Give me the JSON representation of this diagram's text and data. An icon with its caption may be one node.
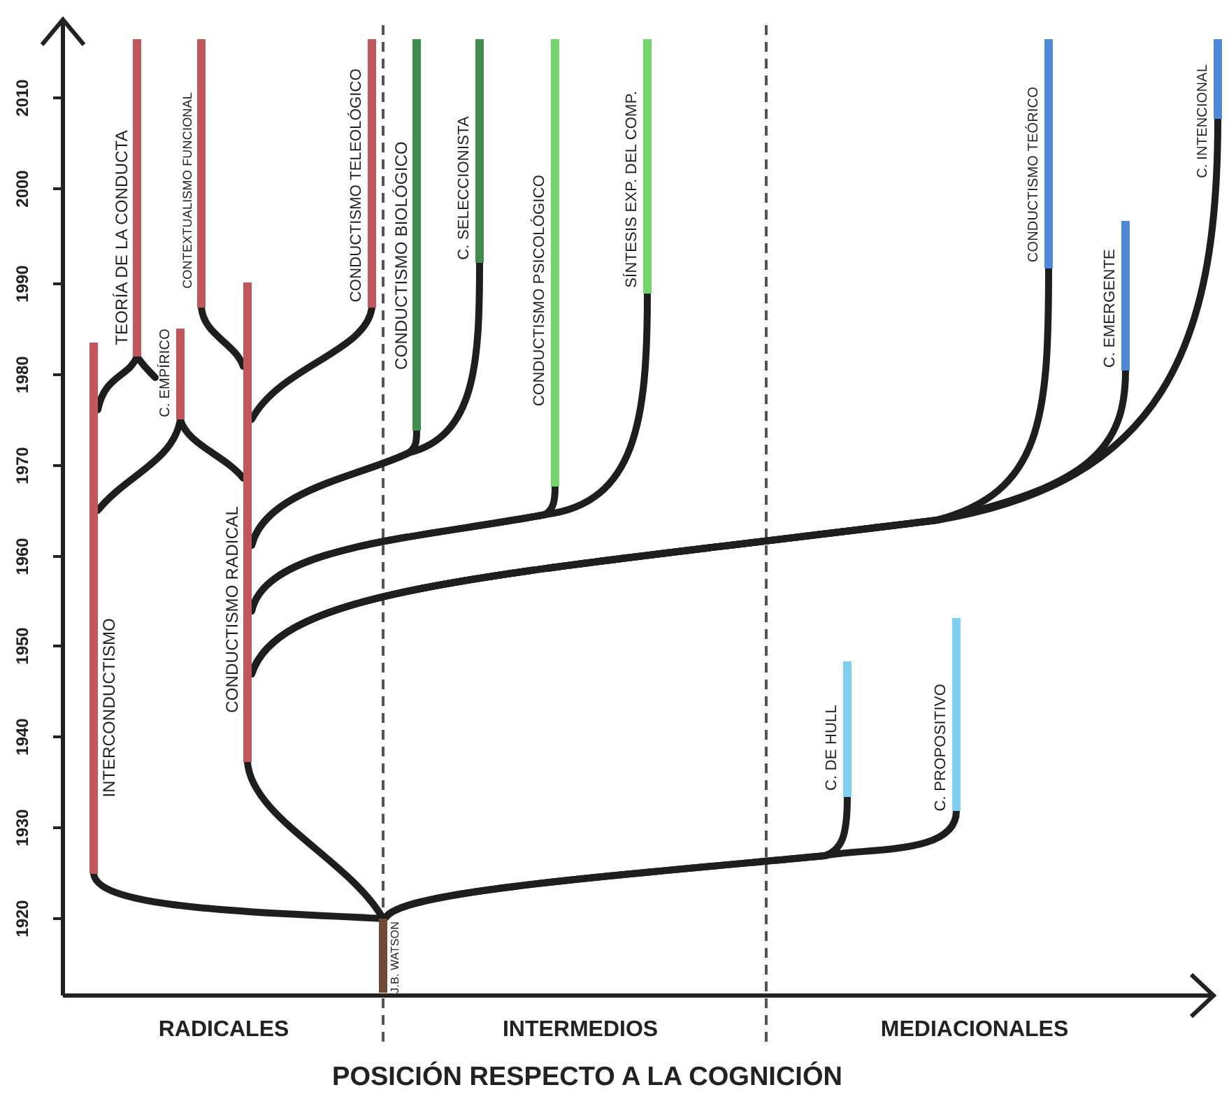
{
  "diagram": {
    "nodes": [
      {
        "text": [
          "J.B. WATSON"
        ]
      },
      {
        "text": [
          "INTERCONDUCTISMO"
        ]
      },
      {
        "text": [
          "TEORÍA DE LA CONDUCTA"
        ]
      },
      {
        "text": [
          "C. EMPÍRICO"
        ]
      },
      {
        "text": [
          "CONTEXTUALISMO FUNCIONAL"
        ]
      },
      {
        "text": [
          "CONDUCTISMO RADICAL"
        ]
      },
      {
        "text": [
          "CONDUCTISMO TELEOLÓGICO"
        ]
      },
      {
        "text": [
          "CONDUCTISMO BIOLÓGICO"
        ]
      },
      {
        "text": [
          "C. SELECCIONISTA"
        ]
      },
      {
        "text": [
          "CONDUCTISMO PSICOLÓGICO"
        ]
      },
      {
        "text": [
          "SÍNTESIS EXP. DEL COMP."
        ]
      },
      {
        "text": [
          "CONDUCTISMO TEÓRICO"
        ]
      },
      {
        "text": [
          "C. EMERGENTE"
        ]
      },
      {
        "text": [
          "C. INTENCIONAL"
        ]
      },
      {
        "text": [
          "C. DE HULL"
        ]
      },
      {
        "text": [
          "C. PROPOSITIVO"
        ]
      }
    ],
    "edges": [
      {
        "from": 0,
        "to": 1,
        "arrow": "none"
      },
      {
        "from": 0,
        "to": 5,
        "arrow": "none"
      },
      {
        "from": 0,
        "to": 14,
        "arrow": "none"
      },
      {
        "from": 0,
        "to": 15,
        "arrow": "none"
      },
      {
        "from": 1,
        "to": 2,
        "arrow": "none"
      },
      {
        "from": 2,
        "to": 3,
        "arrow": "none"
      },
      {
        "from": 1,
        "to": 3,
        "arrow": "none"
      },
      {
        "from": 5,
        "to": 3,
        "arrow": "none"
      },
      {
        "from": 5,
        "to": 4,
        "arrow": "none"
      },
      {
        "from": 5,
        "to": 6,
        "arrow": "none"
      },
      {
        "from": 5,
        "to": 7,
        "arrow": "none"
      },
      {
        "from": 5,
        "to": 8,
        "arrow": "none"
      },
      {
        "from": 5,
        "to": 9,
        "arrow": "none"
      },
      {
        "from": 5,
        "to": 10,
        "arrow": "none"
      },
      {
        "from": 5,
        "to": 11,
        "arrow": "none"
      },
      {
        "from": 5,
        "to": 12,
        "arrow": "none"
      },
      {
        "from": 5,
        "to": 13,
        "arrow": "none"
      }
    ],
    "labels": [
      "2010",
      "2000",
      "1990",
      "1980",
      "1970",
      "1960",
      "1950",
      "1940",
      "1930",
      "1920",
      "RADICALES",
      "INTERMEDIOS",
      "MEDIACIONALES",
      "POSICIÓN RESPECTO A LA COGNICIÓN"
    ]
  }
}
